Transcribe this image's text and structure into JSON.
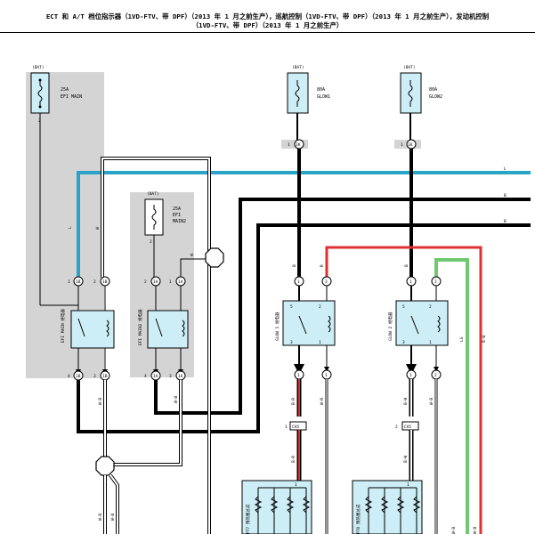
{
  "title": {
    "line1": "ECT 和 A/T 档位指示器（1VD-FTV、带 DPF）（2013 年 1 月之前生产），巡航控制（1VD-FTV、带 DPF）（2013 年 1 月之前生产），发动机控制",
    "line2": "（1VD-FTV、带 DPF）（2013 年 1 月之前生产）"
  },
  "fuses": {
    "efi_main": {
      "source": "(BAT)",
      "rating": "25A",
      "name": "EFI MAIN",
      "pin": "2"
    },
    "efi_main2": {
      "source": "(BAT)",
      "rating": "25A",
      "name1": "EFI",
      "name2": "MAIN2",
      "pin": "2"
    },
    "glow1": {
      "source": "(BAT)",
      "rating": "80A",
      "name": "GLOW1",
      "pin": "1",
      "conn": "1K"
    },
    "glow2": {
      "source": "(BAT)",
      "rating": "80A",
      "name": "GLOW2",
      "pin": "1",
      "conn": "1K"
    }
  },
  "relays": {
    "efi_main": {
      "name": "EFI MAIN 继电器",
      "pins_top": [
        "1",
        "1B",
        "2",
        "1B"
      ],
      "pins_bottom": [
        "4",
        "1B",
        "3",
        "1B"
      ]
    },
    "efi_main2": {
      "name": "EFI MAIN2 继电器",
      "pins_top": [
        "2",
        "1A",
        "1",
        "1A"
      ],
      "pins_bottom": [
        "4",
        "1A",
        "3",
        "1A"
      ]
    },
    "glow1": {
      "name": "GLOW 1 继电器",
      "pins_top": [
        "5",
        "2"
      ],
      "pins_bottom": [
        "3",
        "1"
      ]
    },
    "glow2": {
      "name": "GLOW 2 继电器",
      "pins_top": [
        "5",
        "2"
      ],
      "pins_bottom": [
        "3",
        "1"
      ]
    }
  },
  "wires": {
    "L": "L",
    "B1": "B",
    "B2": "B",
    "W_left": "W",
    "W_right": "W",
    "LG": "LG",
    "B_R": "B-R",
    "W_B": "W-B",
    "B_W": "B-W",
    "R_B": "R-B",
    "R": "R",
    "B": "B",
    "W": "W",
    "B_B": "B-B",
    "W_R": "W-R"
  },
  "connectors": {
    "ca5_left": {
      "pin": "1",
      "name": "CA5"
    },
    "ca5_right": {
      "pin": "2",
      "name": "CA5"
    }
  },
  "plugs": {
    "p77": "P77 预热塞总成",
    "p78": "P78 预热塞总成"
  }
}
